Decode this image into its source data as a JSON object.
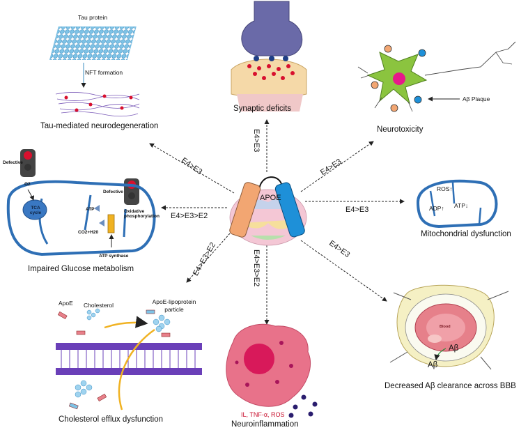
{
  "center": {
    "label": "APOE"
  },
  "arrows": {
    "synaptic": "E4>E3",
    "tau": "E4>E3",
    "neurotox": "E4>E3",
    "glucose": "E4>E3>E2",
    "mito": "E4>E3",
    "cholesterol": "E4>E3>E2",
    "neuroinflam": "E4>E3>E2",
    "bbb": "E4>E3"
  },
  "tau": {
    "protein_label": "Tau protein",
    "nft_label": "NFT formation",
    "title": "Tau-mediated neurodegeneration"
  },
  "synaptic": {
    "title": "Synaptic deficits"
  },
  "neurotox": {
    "plaque_label": "Aβ Plaque",
    "title": "Neurotoxicity"
  },
  "glucose": {
    "defective_1": "Defective",
    "defective_2": "Defective",
    "o2": "O2",
    "tca": "TCA cycle",
    "atp": "ATP",
    "co2": "CO2+H20",
    "oxphos": "Oxidative phosphorylation",
    "atp_synthase": "ATP synthase",
    "title": "Impaired Glucose metabolism"
  },
  "mito": {
    "ros": "ROS↑",
    "adp": "ADP↑",
    "atp": "ATP↓",
    "title": "Mitochondrial dysfunction"
  },
  "cholesterol": {
    "apoe": "ApoE",
    "chol": "Cholesterol",
    "lipoprotein": "ApoE-lipoprotein particle",
    "title": "Cholesterol efflux dysfunction"
  },
  "neuroinflam": {
    "cytokines": "IL, TNF-α, ROS",
    "title": "Neuroinflammation"
  },
  "bbb": {
    "blood": "Blood",
    "ab1": "Aβ",
    "ab2": "Aβ",
    "title": "Decreased Aβ clearance across BBB"
  },
  "colors": {
    "mito_blue": "#2e6fb5",
    "tca_blue": "#3a78c2",
    "neuron_green": "#8bc43f",
    "neuron_pink": "#e6198a",
    "inflam_pink": "#e8728a",
    "inflam_core": "#d8195a",
    "cytokine_red": "#c8102e",
    "apoe_orange": "#f2a672",
    "apoe_blue": "#1e90d8",
    "synapse_purple": "#6a6aa8",
    "membrane_purple": "#6a3fb8"
  }
}
